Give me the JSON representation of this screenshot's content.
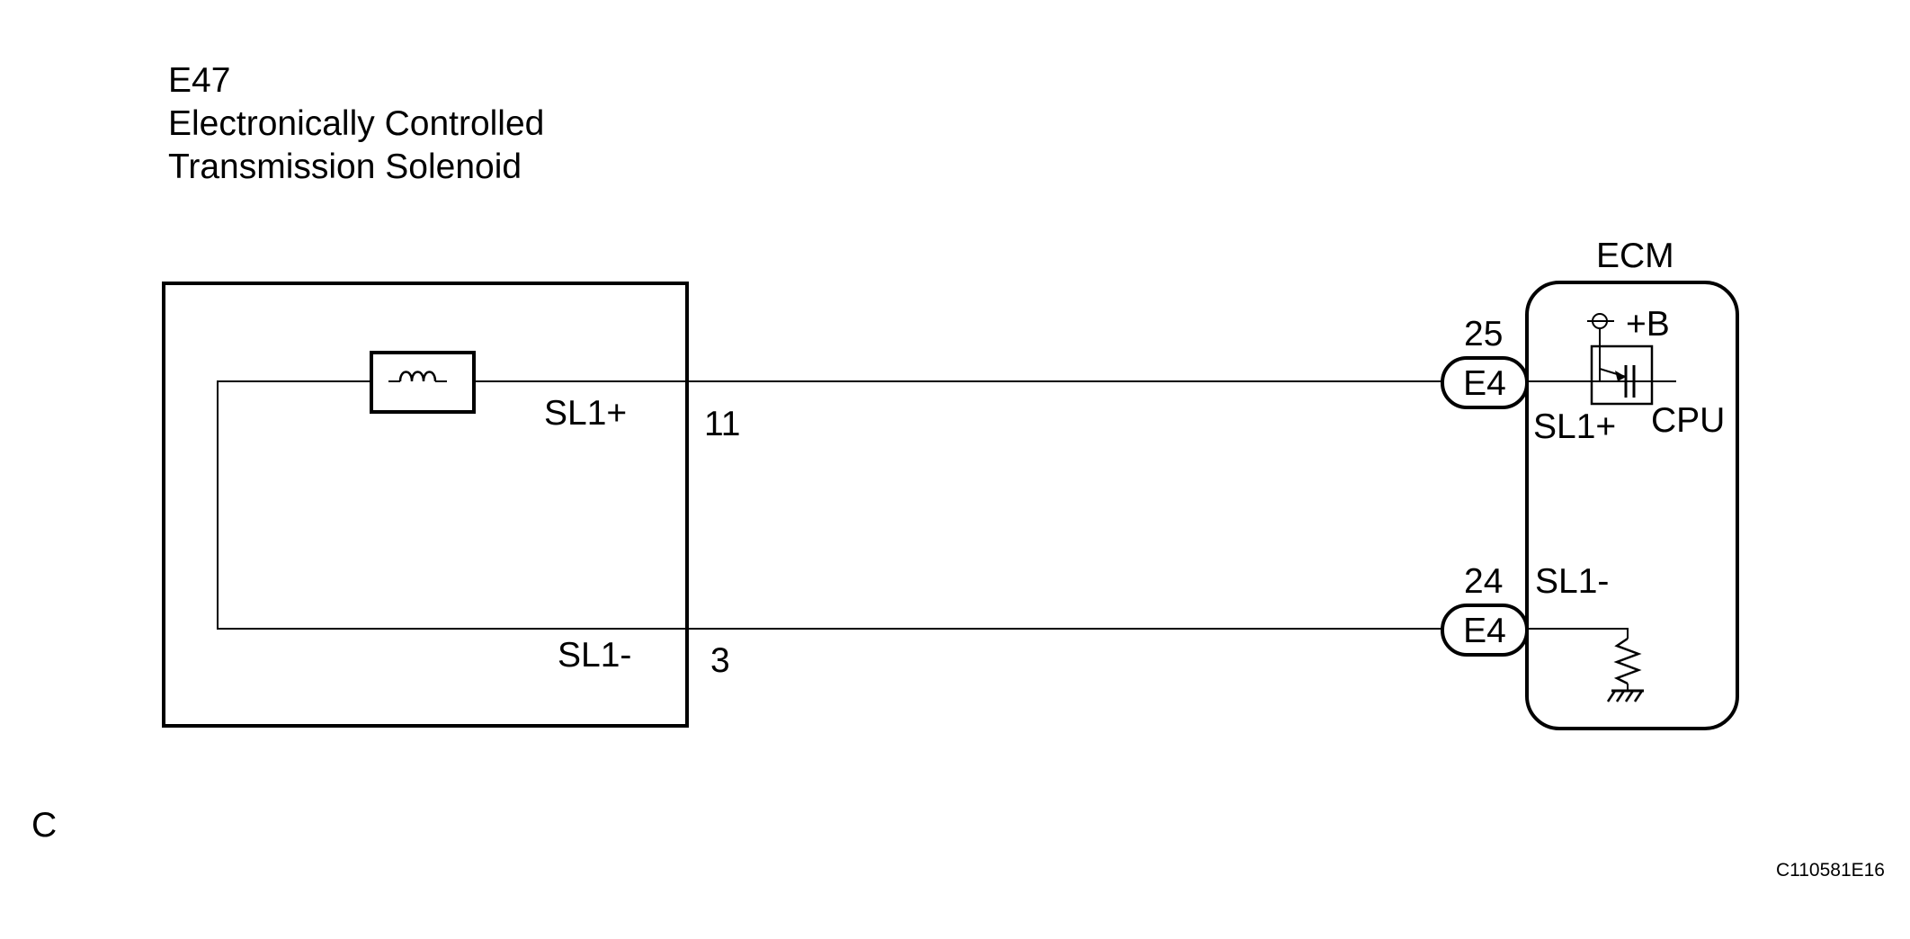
{
  "component": {
    "code": "E47",
    "name_line1": "Electronically Controlled",
    "name_line2": "Transmission Solenoid",
    "terminal_pos_label": "SL1+",
    "terminal_neg_label": "SL1-",
    "pin_pos": "11",
    "pin_neg": "3"
  },
  "ecm": {
    "title": "ECM",
    "pin_top": "25",
    "pin_bottom": "24",
    "connector_top": "E4",
    "connector_bottom": "E4",
    "signal_top": "SL1+",
    "signal_bottom": "SL1-",
    "supply_label": "+B",
    "cpu_label": "CPU"
  },
  "footer": {
    "left_letter": "C",
    "figure_id": "C110581E16"
  }
}
